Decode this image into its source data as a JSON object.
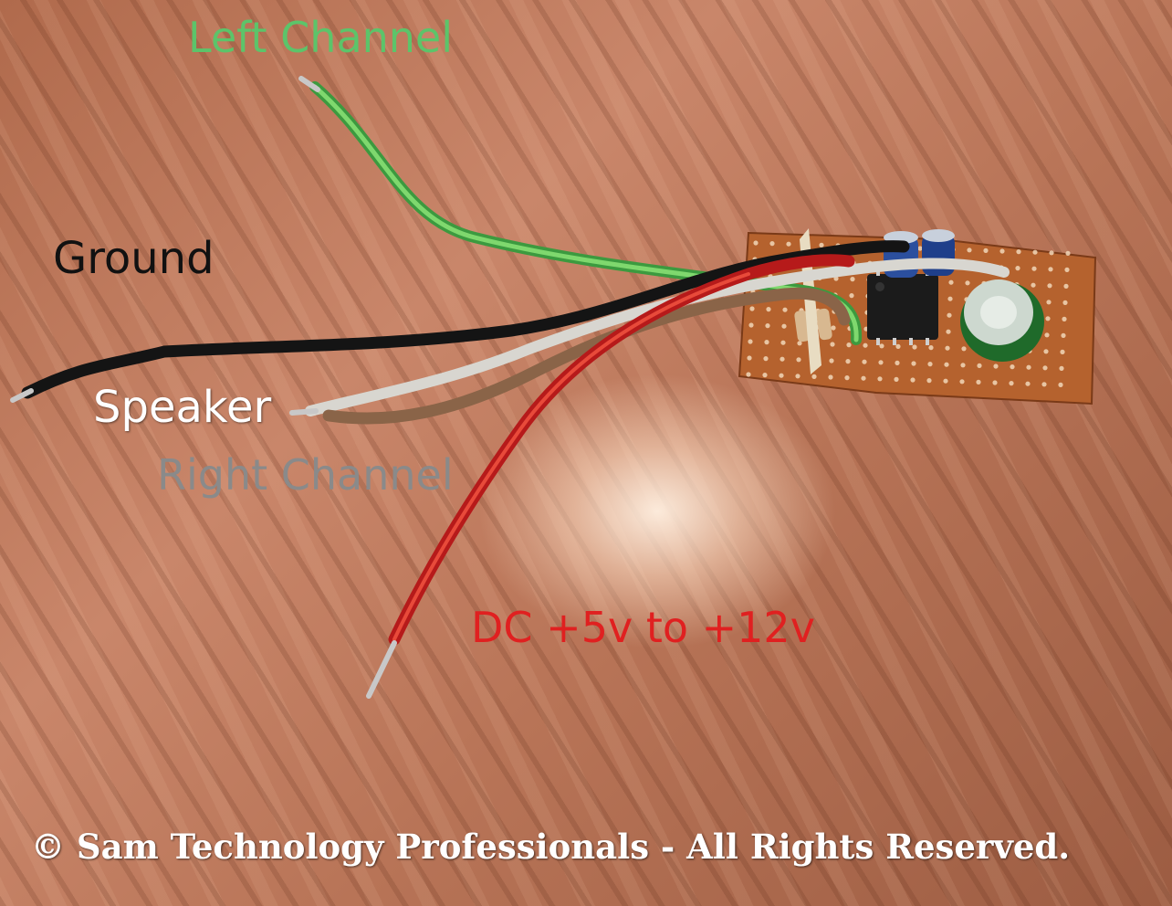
{
  "labels": {
    "left_channel": "Left Channel",
    "ground": "Ground",
    "speaker": "Speaker",
    "right_channel": "Right Channel",
    "dc_power": "DC +5v to +12v"
  },
  "copyright": "© Sam Technology Professionals - All Rights Reserved.",
  "colors": {
    "left_channel": "#5cc46a",
    "ground": "#111111",
    "speaker": "#ffffff",
    "right_channel": "#8a8a8a",
    "dc_power": "#e02020",
    "copyright": "#ffffff"
  }
}
